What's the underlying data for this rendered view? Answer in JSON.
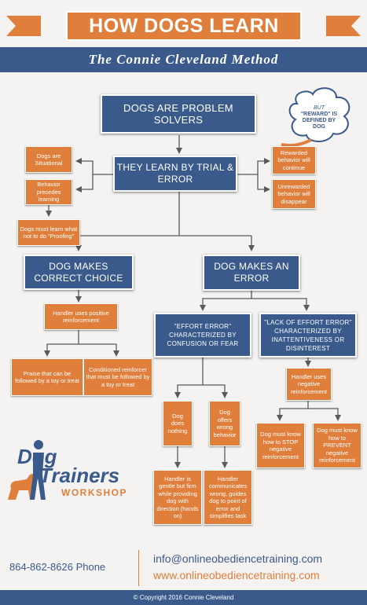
{
  "header": {
    "title": "HOW DOGS LEARN",
    "subtitle": "The Connie Cleveland Method"
  },
  "nodes": {
    "problem_solvers": "DOGS ARE PROBLEM SOLVERS",
    "trial_error": "THEY LEARN BY TRIAL & ERROR",
    "situational": "Dogs are Situational",
    "behavior_precedes": "Behavior precedes learning",
    "proofing": "Dogs must learn what not to do \"Proofing\"",
    "rewarded": "Rewarded behavior will continue",
    "unrewarded": "Unrewarded behavior will disappear",
    "cloud_but": "BUT",
    "cloud_text": "\"REWARD\" IS DEFINED BY DOG",
    "correct_choice": "DOG MAKES CORRECT CHOICE",
    "makes_error": "DOG MAKES AN ERROR",
    "positive_reinforcement": "Handler uses positive reinforcement",
    "praise": "Praise that can be followed by a toy or treat",
    "conditioned": "Conditioned reinforcer that must be followed by a toy or treat",
    "effort_error": "\"EFFORT ERROR\" CHARACTERIZED BY CONFUSION OR FEAR",
    "lack_effort_error": "\"LACK OF EFFORT ERROR\" CHARACTERIZED BY INATTENTIVENESS OR DISINTEREST",
    "negative_reinforcement": "Handler uses negative reinforcement",
    "dog_nothing": "Dog does nothing",
    "dog_wrong": "Dog offers wrong behavior",
    "stop_negative": "Dog must know how to STOP negative reinforcement",
    "prevent_negative": "Dog must know how to PREVENT negative reinforcement",
    "handler_gentle": "Handler is gentle but firm while providing dog with direction (hands on)",
    "handler_communicates": "Handler communicates wrong, guides dog to point of error and simplifies task"
  },
  "logo": {
    "line1": "Dog",
    "line2": "Trainers",
    "line3": "WORKSHOP"
  },
  "footer": {
    "phone": "864-862-8626  Phone",
    "email": "info@onlineobediencetraining.com",
    "website": "www.onlineobediencetraining.com",
    "copyright": "© Copyright 2016 Connie Cleveland"
  },
  "colors": {
    "orange": "#e07f3c",
    "blue": "#3a5a8c",
    "background": "#f4f3f1"
  }
}
